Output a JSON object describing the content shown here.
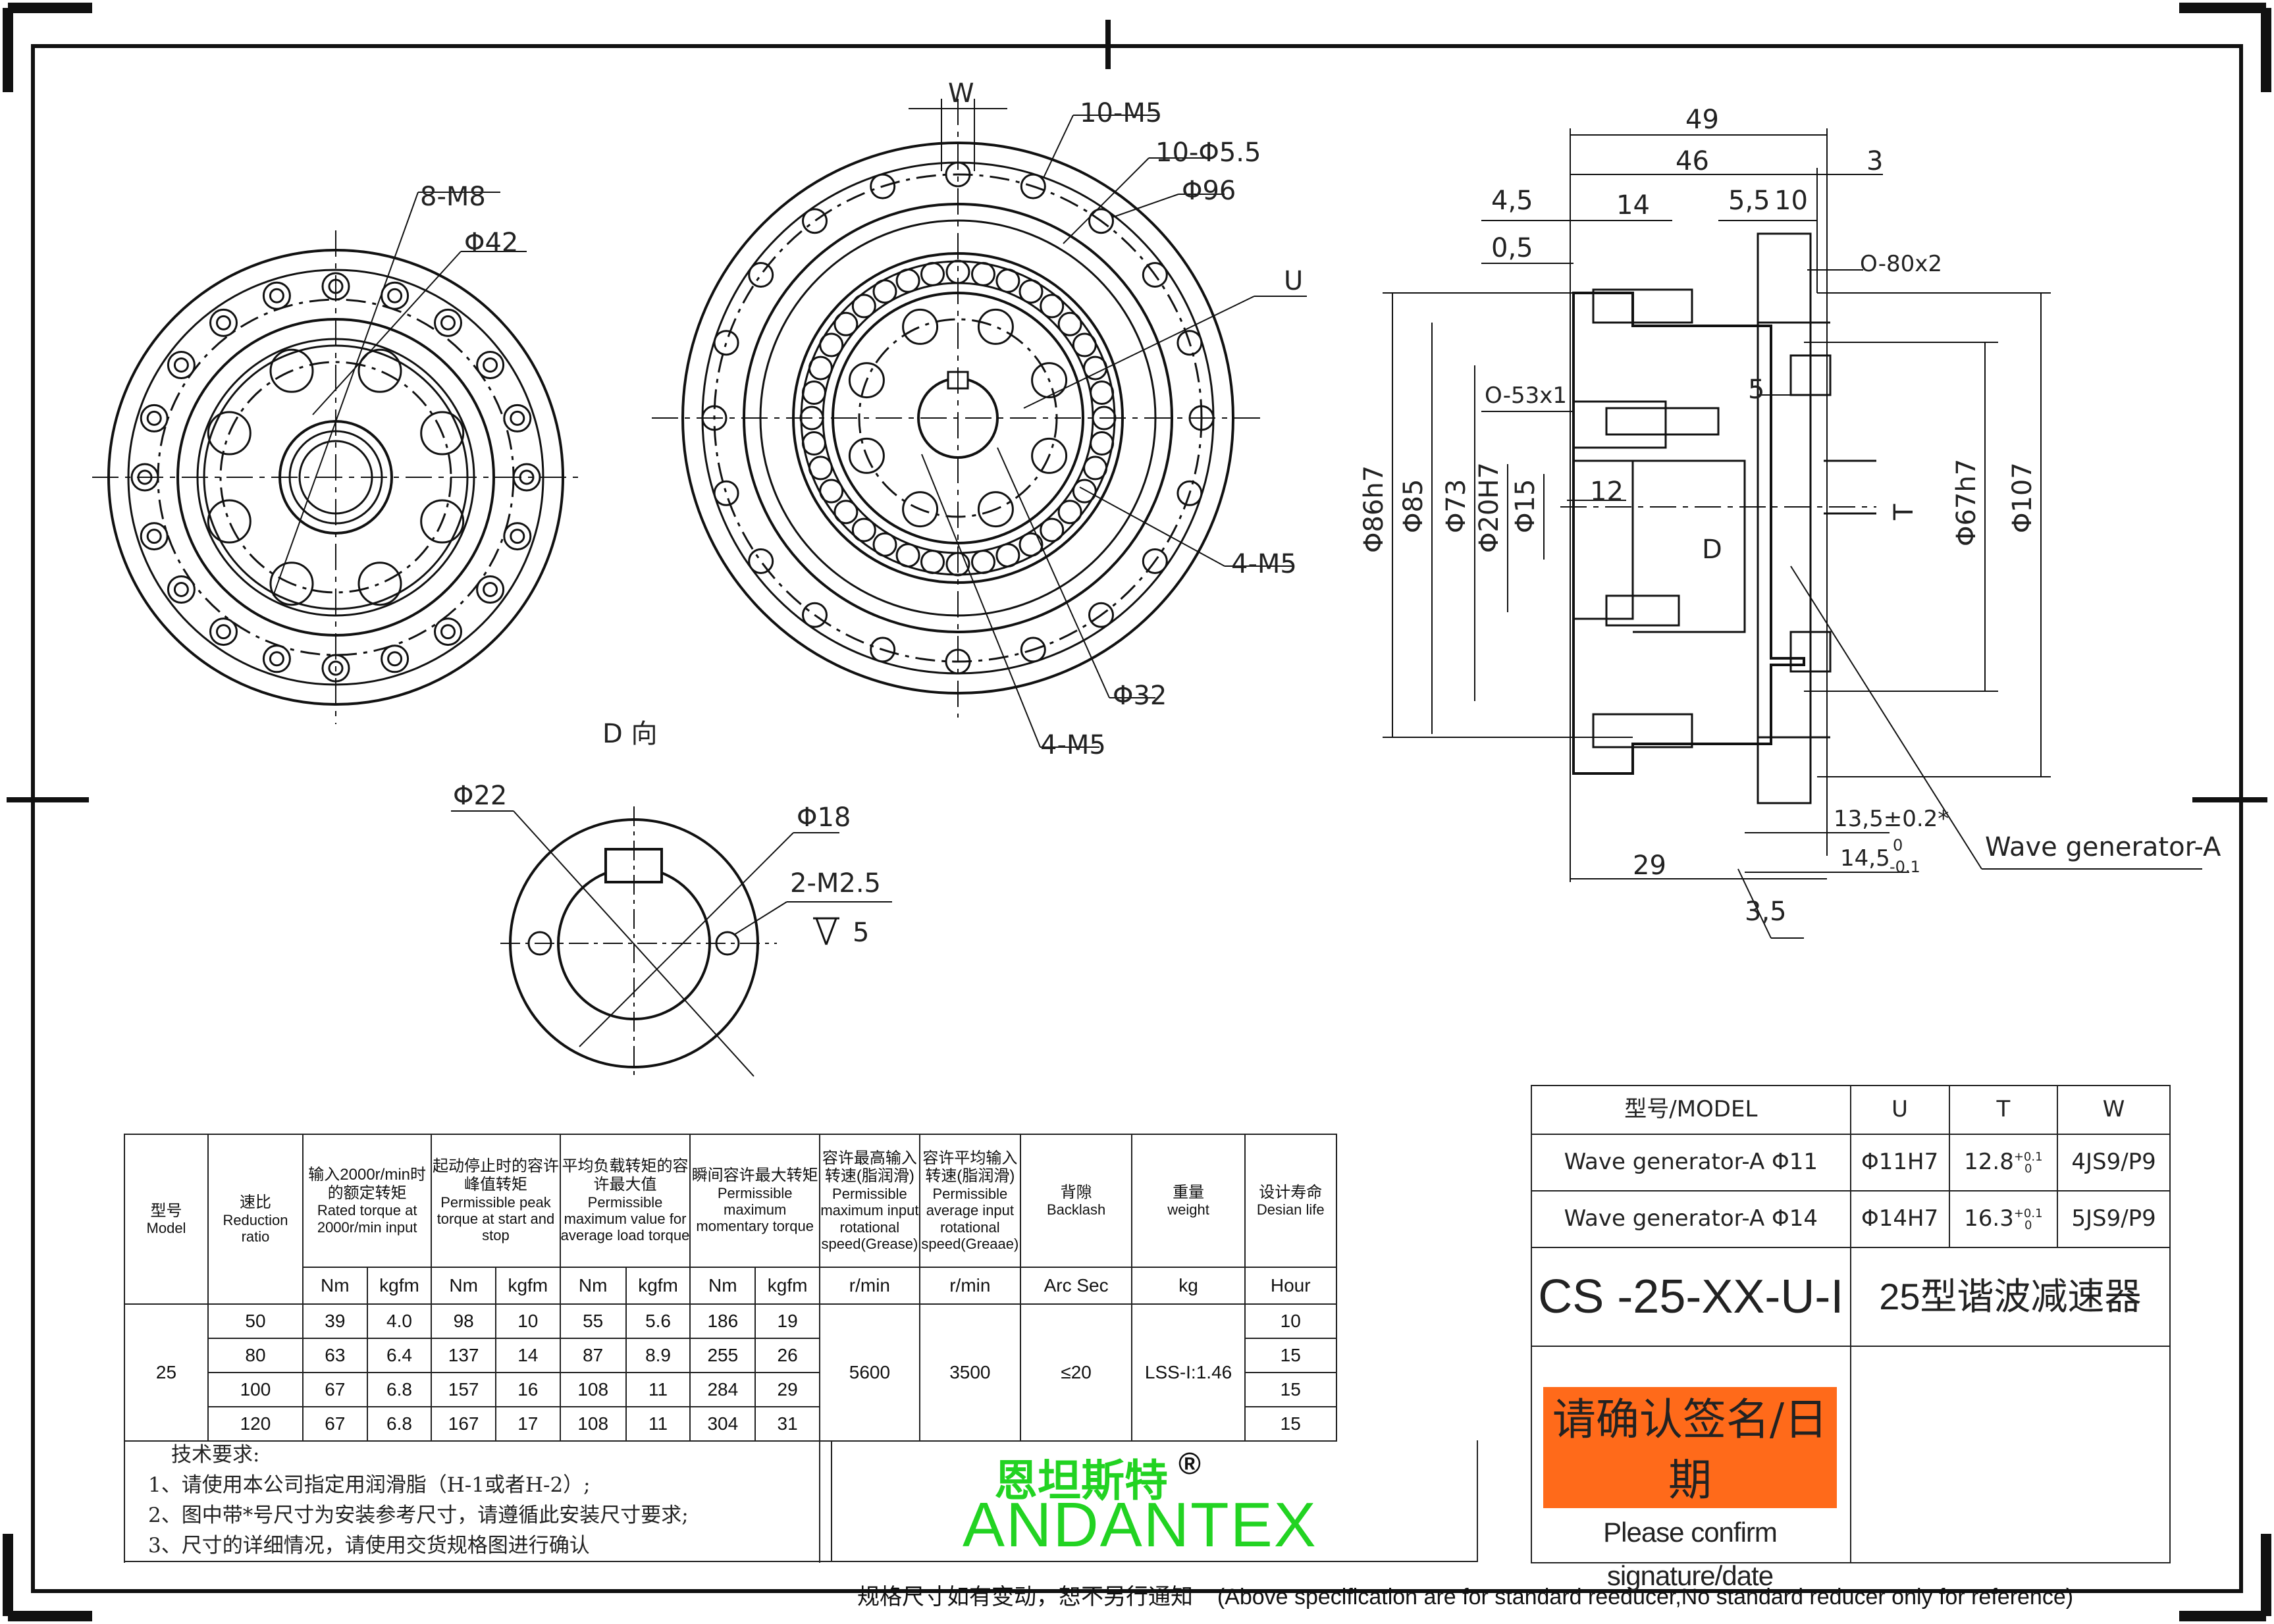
{
  "drawing": {
    "left_view_labels": {
      "thread": "8-M8",
      "dia": "Φ42"
    },
    "center_view_labels": {
      "w": "W",
      "m5": "10-M5",
      "holes": "10-Φ5.5",
      "d96": "Φ96",
      "u": "U",
      "m5b": "4-M5",
      "d32": "Φ32",
      "m5c": "4-M5"
    },
    "d_view": {
      "title": "D 向",
      "d22": "Φ22",
      "d18": "Φ18",
      "thread": "2-M2.5",
      "depth": "5"
    },
    "section_labels": {
      "top": [
        "49",
        "46",
        "3",
        "4,5",
        "14",
        "5,5",
        "10",
        "0,5",
        "O-80x2",
        "O-53x1",
        "5",
        "12"
      ],
      "left": [
        "Φ86h7",
        "Φ85",
        "Φ73",
        "Φ20H7",
        "Φ15"
      ],
      "right": [
        "Φ67h7",
        "Φ107"
      ],
      "t": "T",
      "d": "D",
      "bottom": [
        "13,5±0.2*",
        "14,5",
        "0",
        "-0.1",
        "29",
        "3,5"
      ],
      "callout": "Wave generator-A"
    }
  },
  "spec_table": {
    "headers": {
      "model_cn": "型号",
      "model_en": "Model",
      "ratio_cn": "速比",
      "ratio_en": "Reduction ratio",
      "rated_cn": "输入2000r/min时的额定转矩",
      "rated_en": "Rated torque at 2000r/min input",
      "peak_cn": "起动停止时的容许峰值转矩",
      "peak_en": "Permissible peak torque at start and stop",
      "avg_cn": "平均负载转矩的容许最大值",
      "avg_en": "Permissible maximum value for average load torque",
      "mom_cn": "瞬间容许最大转矩",
      "mom_en": "Permissible maximum momentary torque",
      "maxin_cn": "容许最高输入转速(脂润滑)",
      "maxin_en": "Permissible maximum input rotational speed(Grease)",
      "avgin_cn": "容许平均输入转速(脂润滑)",
      "avgin_en": "Permissible average input rotational speed(Greaae)",
      "backlash_cn": "背隙",
      "backlash_en": "Backlash",
      "weight_cn": "重量",
      "weight_en": "weight",
      "life_cn": "设计寿命",
      "life_en": "Desian life"
    },
    "units": [
      "Nm",
      "kgfm",
      "Nm",
      "kgfm",
      "Nm",
      "kgfm",
      "Nm",
      "kgfm",
      "r/min",
      "r/min",
      "Arc Sec",
      "kg",
      "Hour"
    ],
    "model": "25",
    "rows": [
      {
        "ratio": "50",
        "c1": "39",
        "c2": "4.0",
        "c3": "98",
        "c4": "10",
        "c5": "55",
        "c6": "5.6",
        "c7": "186",
        "c8": "19",
        "life": "10"
      },
      {
        "ratio": "80",
        "c1": "63",
        "c2": "6.4",
        "c3": "137",
        "c4": "14",
        "c5": "87",
        "c6": "8.9",
        "c7": "255",
        "c8": "26",
        "life": "15"
      },
      {
        "ratio": "100",
        "c1": "67",
        "c2": "6.8",
        "c3": "157",
        "c4": "16",
        "c5": "108",
        "c6": "11",
        "c7": "284",
        "c8": "29",
        "life": "15"
      },
      {
        "ratio": "120",
        "c1": "67",
        "c2": "6.8",
        "c3": "167",
        "c4": "17",
        "c5": "108",
        "c6": "11",
        "c7": "304",
        "c8": "31",
        "life": "15"
      }
    ],
    "max_input": "5600",
    "avg_input": "3500",
    "backlash": "≤20",
    "weight": "LSS-I:1.46"
  },
  "notes": {
    "title": "技术要求:",
    "lines": [
      "1、请使用本公司指定用润滑脂（H-1或者H-2）;",
      "2、图中带*号尺寸为安装参考尺寸，请遵循此安装尺寸要求;",
      "3、尺寸的详细情况，请使用交货规格图进行确认"
    ]
  },
  "brand": {
    "cn": "恩坦斯特",
    "reg": "®",
    "latin": "ANDANTEX",
    "color": "#22d322"
  },
  "model_table": {
    "headers": [
      "型号/MODEL",
      "U",
      "T",
      "W"
    ],
    "rows": [
      {
        "model": "Wave generator-A Φ11",
        "u": "Φ11H7",
        "t": "12.8",
        "t_tol_up": "+0.1",
        "t_tol_lo": "0",
        "w": "4JS9/P9"
      },
      {
        "model": "Wave generator-A Φ14",
        "u": "Φ14H7",
        "t": "16.3",
        "t_tol_up": "+0.1",
        "t_tol_lo": "0",
        "w": "5JS9/P9"
      }
    ],
    "part_code": "CS  -25-XX-U-I",
    "part_name": "25型谐波减速器",
    "confirm_cn": "请确认签名/日期",
    "confirm_en": "Please confirm signature/date",
    "confirm_color": "#ff6a1a"
  },
  "footer": {
    "cn": "规格尺寸如有变动，恕不另行通知",
    "en": "(Above specification are for standard reeducer,No standard reducer only for reference)"
  }
}
